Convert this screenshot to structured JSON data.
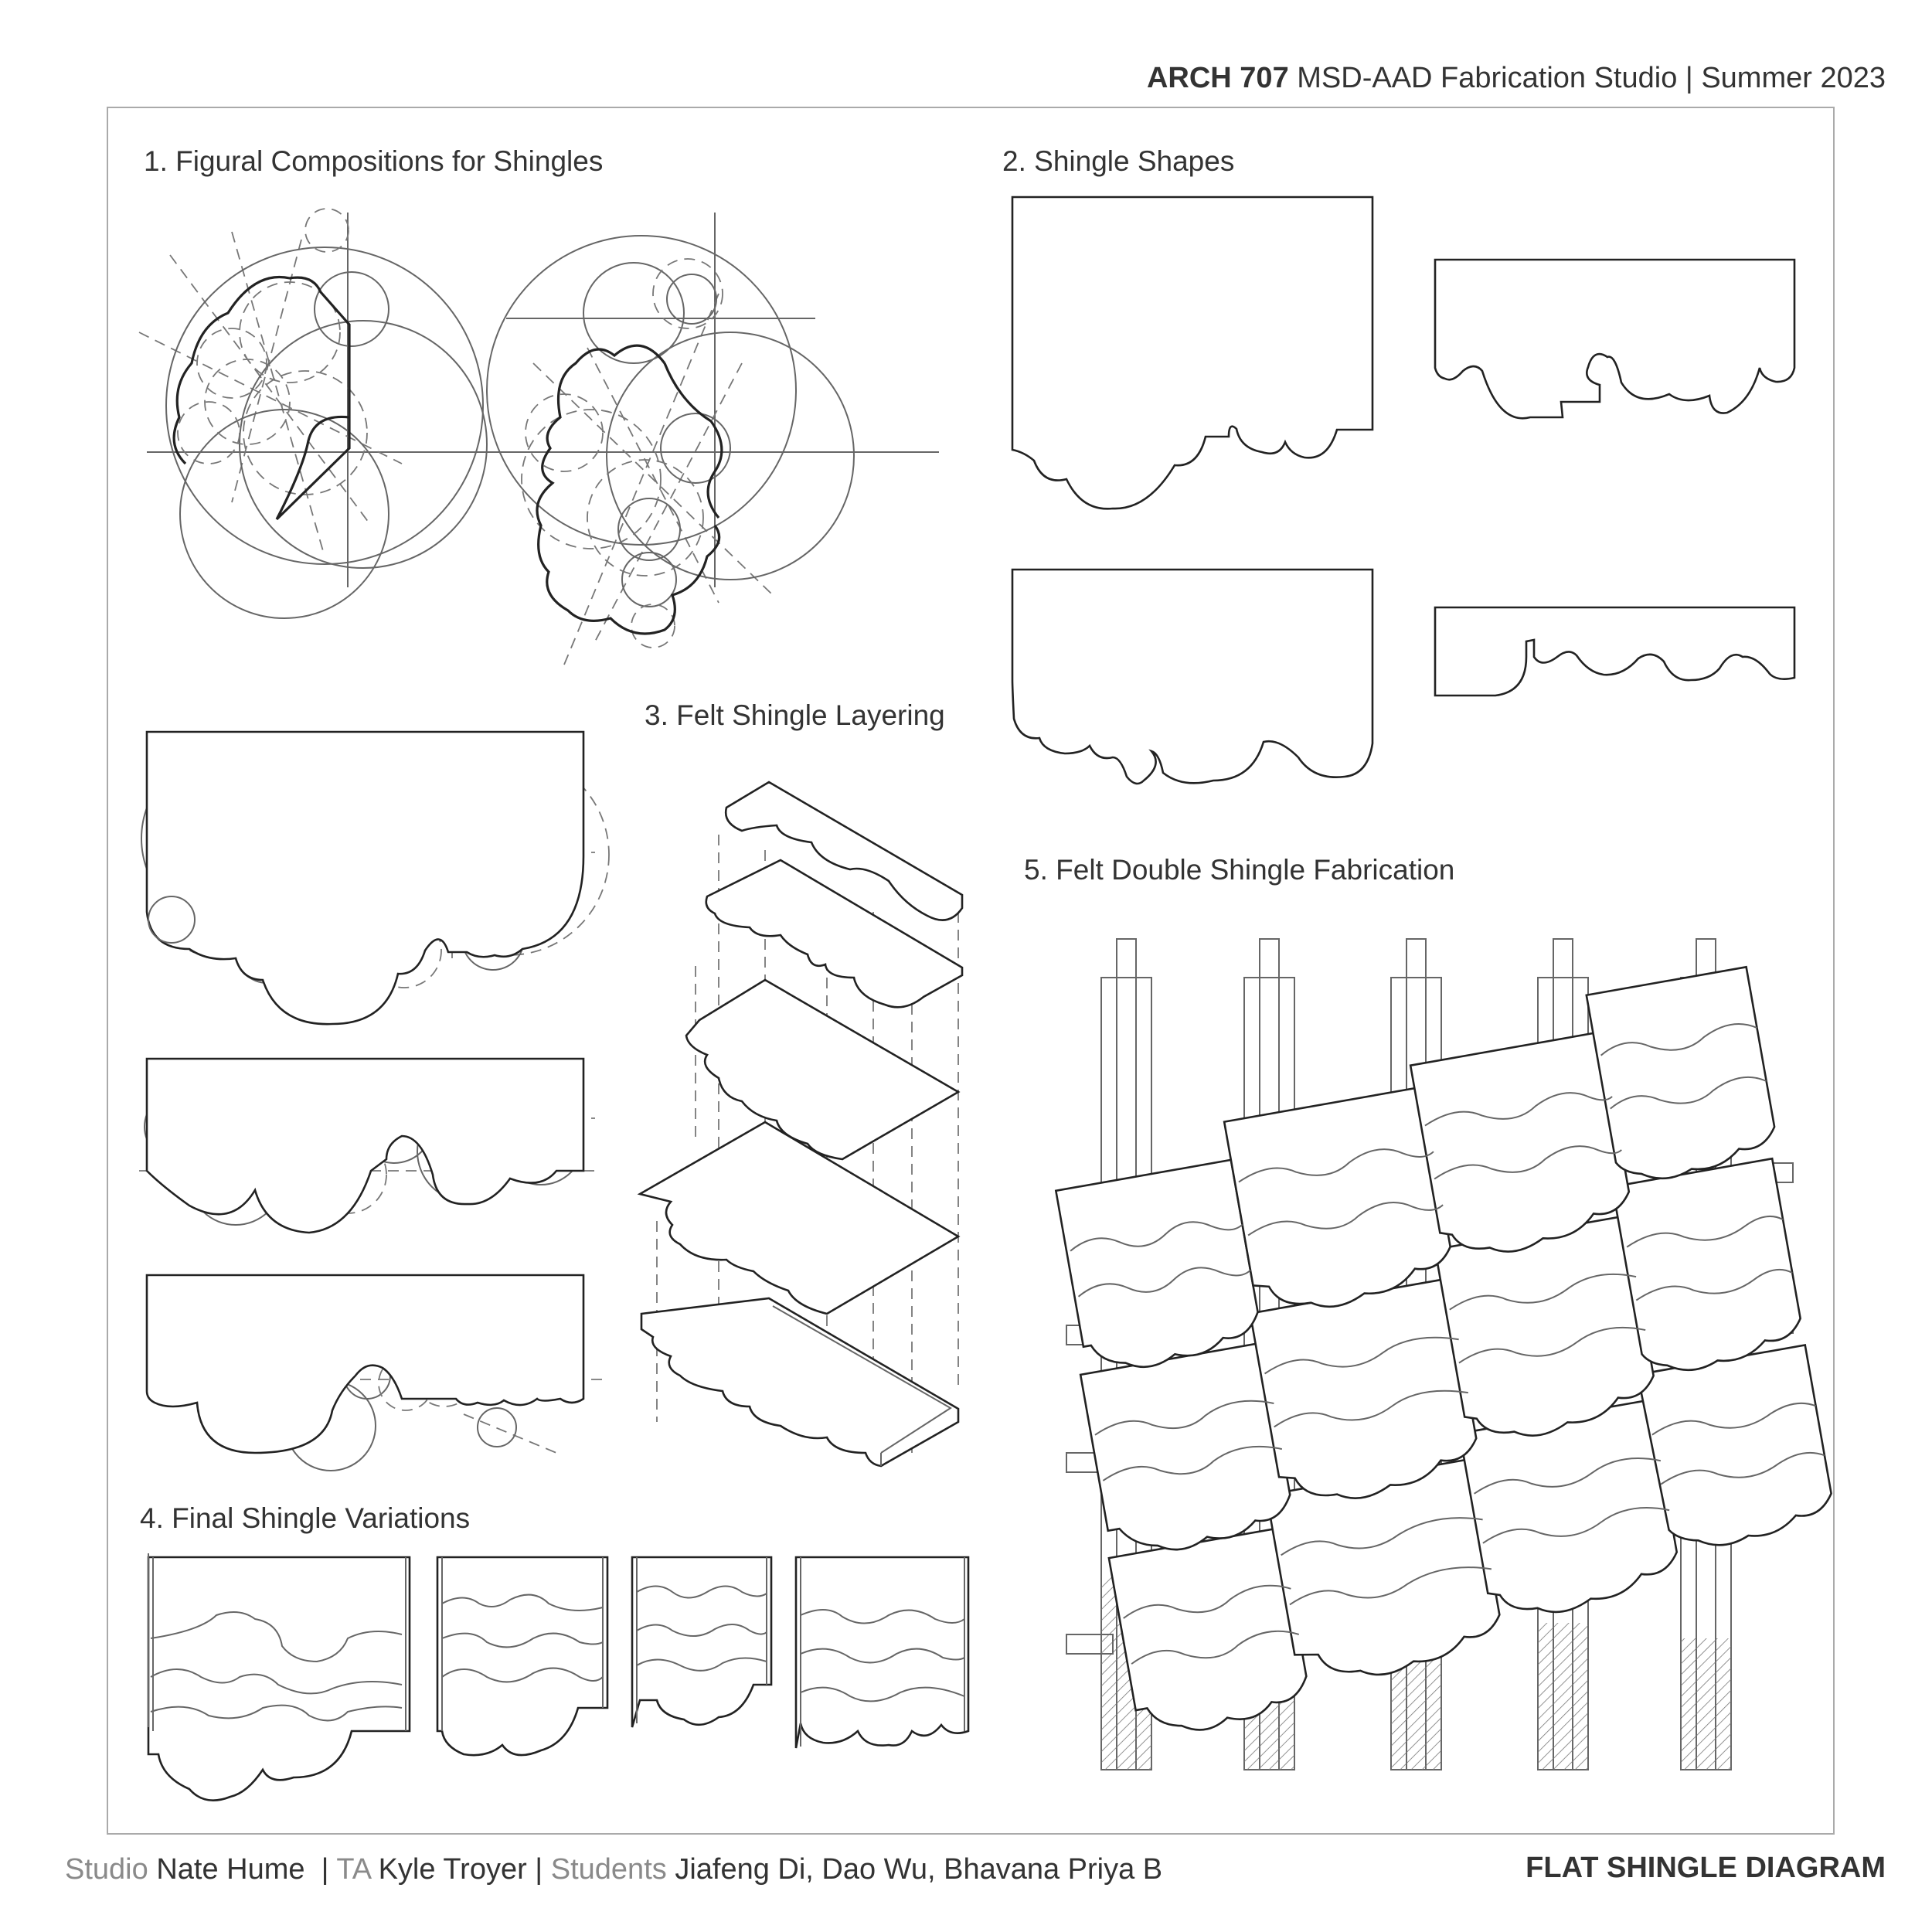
{
  "header": {
    "course": "ARCH 707",
    "rest": " MSD-AAD Fabrication Studio | Summer 2023"
  },
  "sections": {
    "s1": "1. Figural Compositions for Shingles",
    "s2": "2. Shingle Shapes",
    "s3": "3. Felt Shingle Layering",
    "s4": "4. Final Shingle Variations",
    "s5": "5. Felt Double Shingle Fabrication"
  },
  "footer": {
    "studio_label": "Studio",
    "studio_name": "Nate Hume",
    "sep1": "  | ",
    "ta_label": "TA",
    "ta_name": "Kyle Troyer",
    "sep2": " | ",
    "students_label": "Students",
    "students_names": "Jiafeng Di, Dao Wu, Bhavana Priya B",
    "sheet_title": "FLAT SHINGLE DIAGRAM"
  },
  "colors": {
    "line": "#222222",
    "construction": "#777777",
    "frame": "#aaaaaa",
    "muted_text": "#8a8a8a"
  }
}
